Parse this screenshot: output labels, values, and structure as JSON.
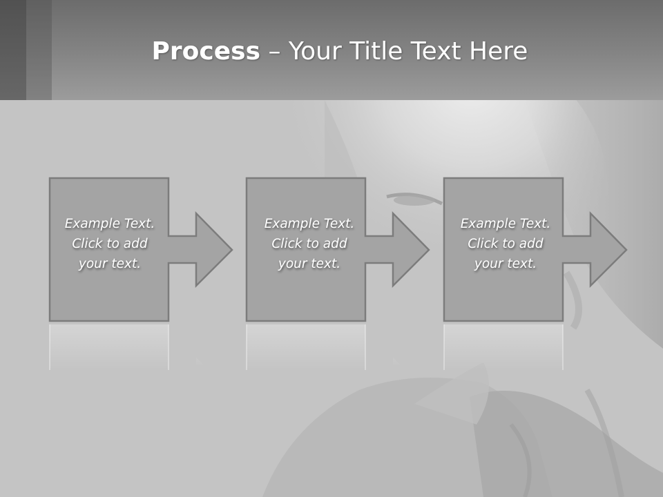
{
  "title": {
    "bold": "Process",
    "rest": " – Your Title Text Here"
  },
  "steps": [
    {
      "line1": "Example Text.",
      "line2": "Click  to add",
      "line3": "your text."
    },
    {
      "line1": "Example Text.",
      "line2": "Click  to add",
      "line3": "your text."
    },
    {
      "line1": "Example Text.",
      "line2": "Click  to add",
      "line3": "your text."
    }
  ],
  "colors": {
    "header_top": "#6c6c6c",
    "header_bottom": "#9c9c9c",
    "content_bg": "#c4c4c4",
    "shape_fill": "#a4a4a4",
    "shape_stroke": "#7c7c7c",
    "text": "#ffffff"
  }
}
